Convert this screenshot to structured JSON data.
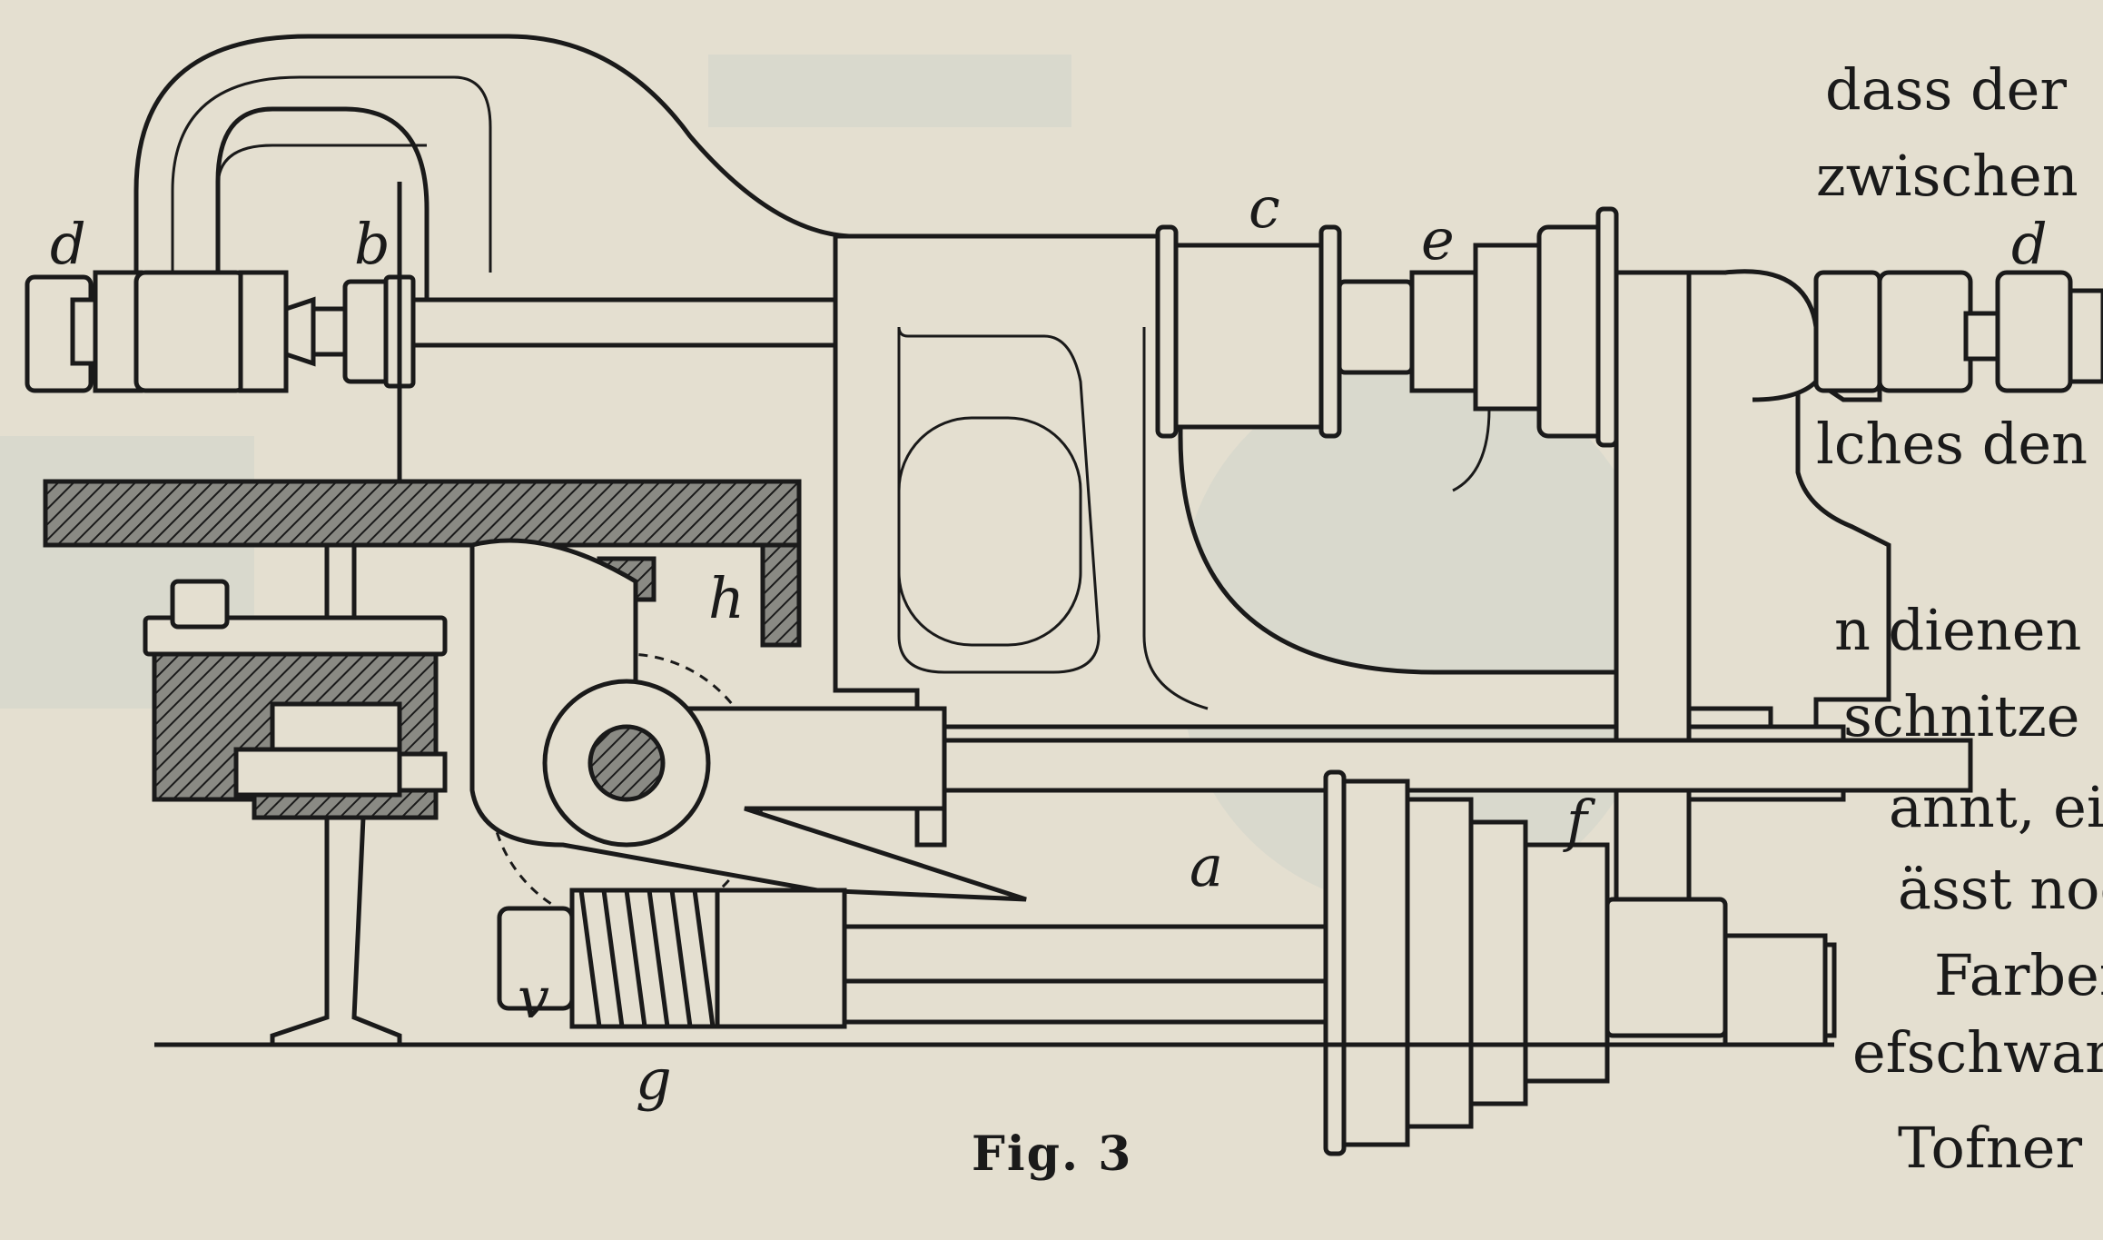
{
  "figure": {
    "caption": "Fig. 3",
    "labels": {
      "a": "a",
      "b": "b",
      "c": "c",
      "d_left": "d",
      "d_right": "d",
      "e": "e",
      "f": "f",
      "g": "g",
      "h": "h",
      "v": "v"
    }
  },
  "margin_text": {
    "lines": [
      "dass der",
      "zwischen",
      "lches den",
      "n dienen",
      "schnitze",
      "annt, eine",
      "ässt noch",
      "Farben",
      "efschwarz",
      "Tofner"
    ]
  }
}
